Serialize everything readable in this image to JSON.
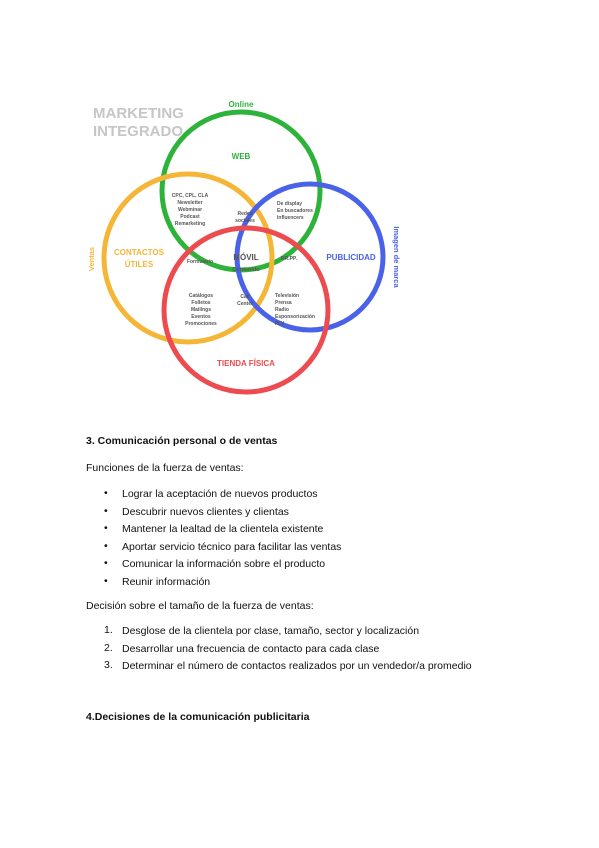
{
  "diagram": {
    "title_line1": "MARKETING",
    "title_line2": "INTEGRADO",
    "online": "Online",
    "web": "WEB",
    "ventas": "Ventas",
    "contactos_line1": "CONTACTOS",
    "contactos_line2": "ÚTILES",
    "publicidad": "PUBLICIDAD",
    "imagen_marca": "Imagen de marca",
    "tienda": "TIENDA FÍSICA",
    "movil": "MÓVIL",
    "contenido": "Contenido",
    "formulario": "Formulario",
    "rrpp": "RR.PP.",
    "redes_line1": "Redes",
    "redes_line2": "sociales",
    "web_contact_items": [
      "CPC, CPL, CLA",
      "Newsletter",
      "Webminar",
      "Podcast",
      "Remarketing"
    ],
    "web_pub_items": [
      "De display",
      "En buscadores",
      "Influencers"
    ],
    "contact_tienda_items": [
      "Catálogos",
      "Folletos",
      "Mailings",
      "Eventos",
      "Promociones"
    ],
    "call_center_line1": "Call",
    "call_center_line2": "Center",
    "pub_tienda_items": [
      "Televisión",
      "Prensa",
      "Radio",
      "Esponsorización",
      "PLV"
    ],
    "colors": {
      "green": "#2eb33a",
      "yellow": "#f5b537",
      "blue": "#4a62e8",
      "red": "#ec4b4f",
      "title_gray": "#c6c6c6"
    }
  },
  "section3": {
    "heading": "3. Comunicación personal o de ventas",
    "funciones_label": "Funciones de la fuerza de ventas:",
    "funciones": [
      "Lograr la aceptación de nuevos productos",
      "Descubrir nuevos clientes y clientas",
      "Mantener la lealtad de la clientela existente",
      "Aportar servicio técnico para facilitar las ventas",
      "Comunicar la información sobre el producto",
      "Reunir información"
    ],
    "decision_label": "Decisión sobre el tamaño de la fuerza de ventas:",
    "decisiones": [
      "Desglose de la clientela por clase, tamaño, sector y localización",
      "Desarrollar una frecuencia de contacto para cada clase",
      "Determinar el número de contactos realizados por un vendedor/a promedio"
    ]
  },
  "section4": {
    "heading": "4.Decisiones de la comunicación publicitaria"
  }
}
